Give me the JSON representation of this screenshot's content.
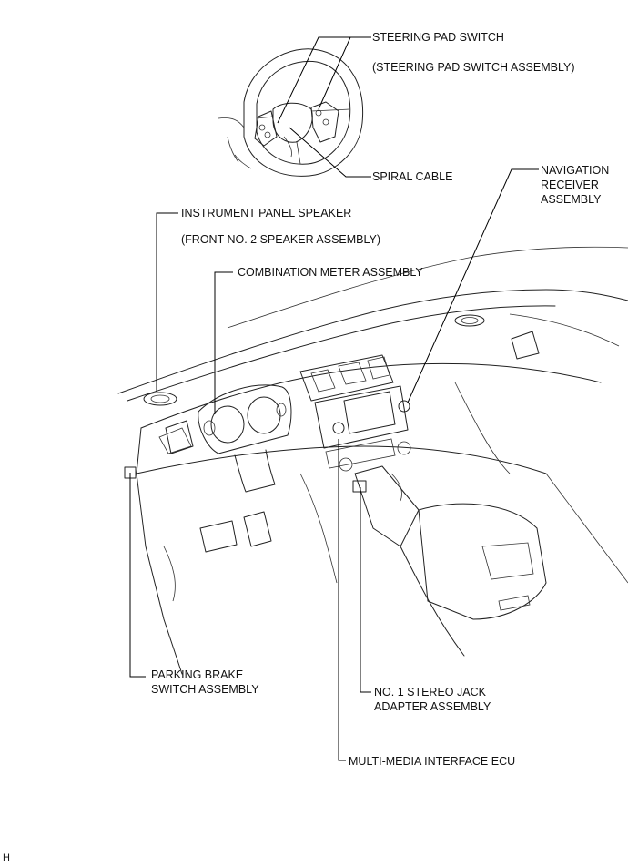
{
  "labels": {
    "steering_pad_switch": "STEERING PAD SWITCH",
    "steering_pad_switch_assembly": "(STEERING PAD SWITCH ASSEMBLY)",
    "spiral_cable": "SPIRAL CABLE",
    "navigation_receiver": [
      "NAVIGATION",
      "RECEIVER",
      "ASSEMBLY"
    ],
    "instrument_panel_speaker": "INSTRUMENT PANEL SPEAKER",
    "front_no2_speaker_assembly": "(FRONT NO. 2 SPEAKER ASSEMBLY)",
    "combination_meter_assembly": "COMBINATION METER ASSEMBLY",
    "parking_brake_switch": [
      "PARKING BRAKE",
      "SWITCH ASSEMBLY"
    ],
    "stereo_jack_adapter": [
      "NO. 1 STEREO JACK",
      "ADAPTER ASSEMBLY"
    ],
    "multimedia_interface_ecu": "MULTI-MEDIA INTERFACE ECU",
    "corner_mark": "H"
  }
}
